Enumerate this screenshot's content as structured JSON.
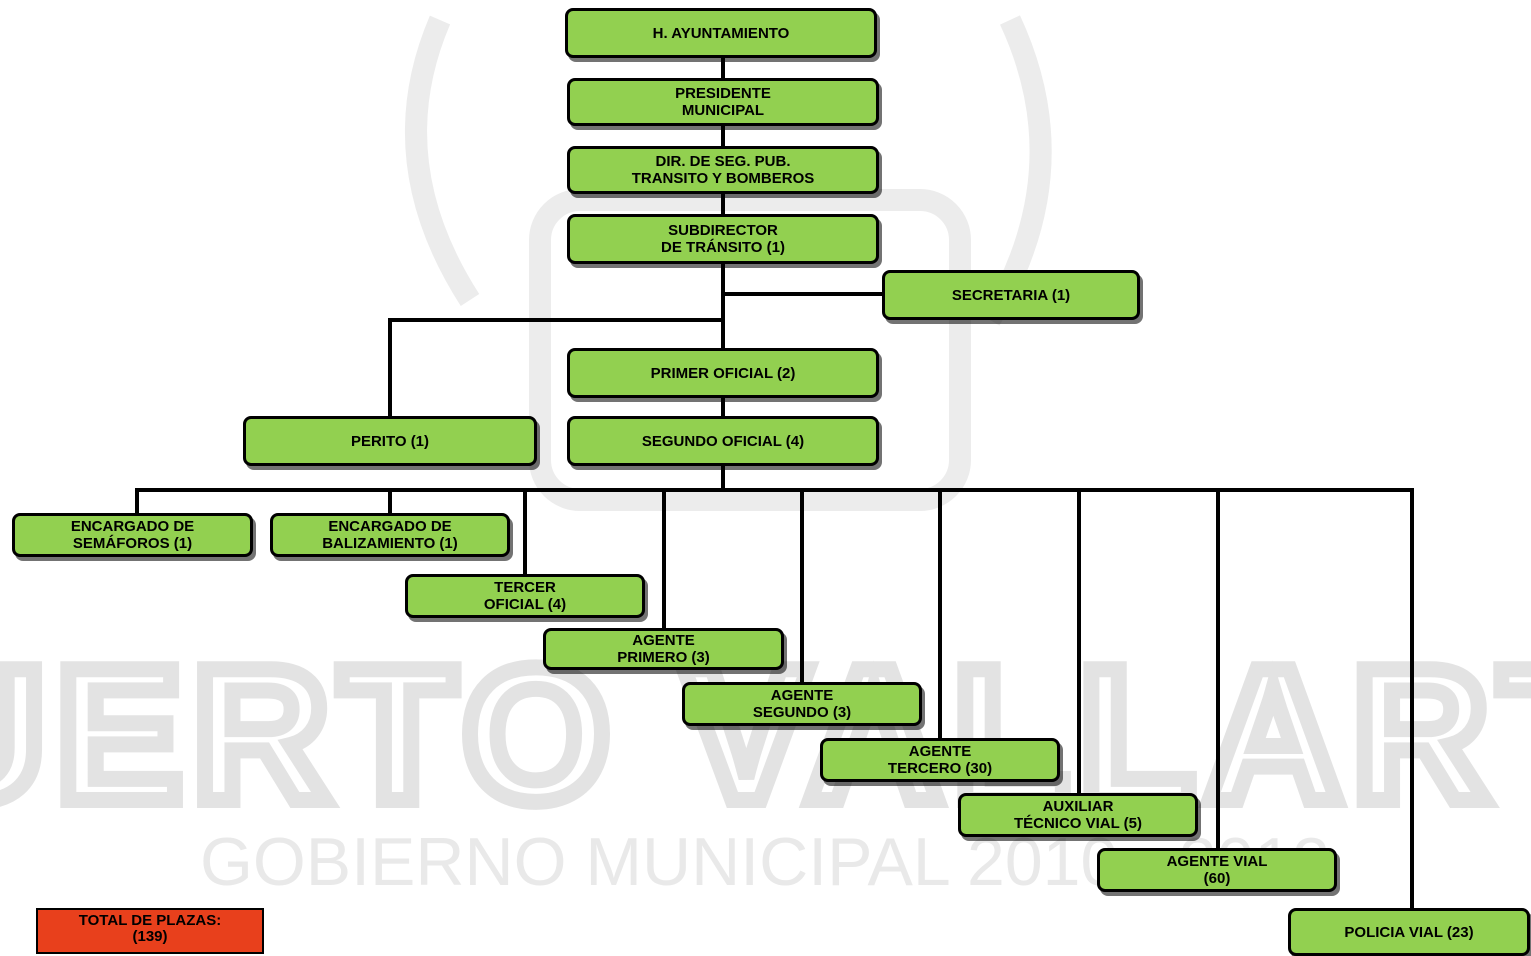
{
  "watermark": {
    "line1": "PUERTO VALLARTA",
    "line2": "GOBIERNO MUNICIPAL 2010 - 2012"
  },
  "nodes": {
    "ayuntamiento": "H. AYUNTAMIENTO",
    "presidente": "PRESIDENTE\nMUNICIPAL",
    "direccion": "DIR. DE SEG. PUB.\nTRANSITO Y BOMBEROS",
    "subdirector": "SUBDIRECTOR\nDE TRÁNSITO  (1)",
    "secretaria": "SECRETARIA (1)",
    "primer_oficial": "PRIMER OFICIAL (2)",
    "perito": "PERITO (1)",
    "segundo_oficial": "SEGUNDO OFICIAL (4)",
    "semaforos": "ENCARGADO DE\nSEMÁFOROS (1)",
    "balizamiento": "ENCARGADO DE\nBALIZAMIENTO (1)",
    "tercer_oficial": "TERCER\nOFICIAL (4)",
    "agente_primero": "AGENTE\nPRIMERO (3)",
    "agente_segundo": "AGENTE\nSEGUNDO (3)",
    "agente_tercero": "AGENTE\nTERCERO (30)",
    "auxiliar": "AUXILIAR\nTÉCNICO VIAL (5)",
    "agente_vial": "AGENTE VIAL\n(60)",
    "policia_vial": "POLICIA VIAL (23)"
  },
  "total": "TOTAL DE PLAZAS:\n(139)",
  "colors": {
    "node_fill": "#92d050",
    "total_fill": "#e8401c",
    "line": "#000000",
    "watermark": "#e6e6e6"
  }
}
